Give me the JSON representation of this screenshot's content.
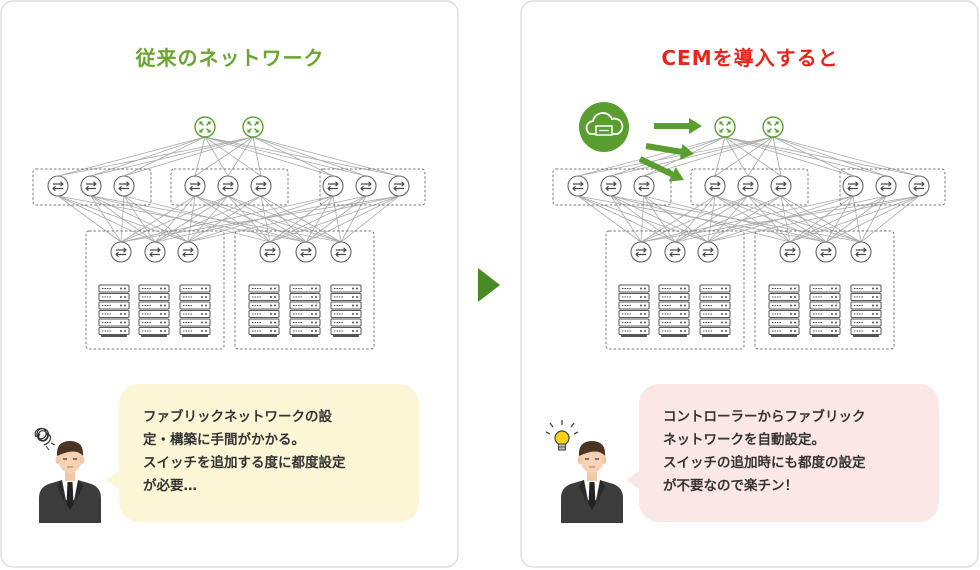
{
  "left_panel": {
    "title": "従来のネットワーク",
    "bubble_lines": [
      "ファブリックネットワークの設",
      "定・構築に手間がかかる。",
      "スイッチを追加する度に都度設定",
      "が必要…"
    ]
  },
  "right_panel": {
    "title": "CEMを導入すると",
    "bubble_lines": [
      "コントローラーからファブリック",
      "ネットワークを自動設定。",
      "スイッチの追加時にも都度の設定",
      "が不要なので楽チン！"
    ]
  },
  "colors": {
    "left_title": "#6aa52e",
    "right_title": "#e8251c",
    "left_bubble_bg": "#fdf6d6",
    "right_bubble_bg": "#fbe8e6",
    "accent_green": "#5a9e2f",
    "spine_green": "#5aa02e",
    "panel_border": "#d6d6d6",
    "line_gray": "#aaaaaa",
    "switch_stroke": "#555555"
  },
  "icons": {
    "spine": "spine-switch-icon",
    "leaf": "leaf-switch-icon",
    "server": "server-rack-icon",
    "controller": "cloud-controller-icon",
    "arrow": "next-arrow-icon",
    "confused": "tangled-thought-icon",
    "idea": "lightbulb-icon",
    "person": "businessman-icon"
  }
}
